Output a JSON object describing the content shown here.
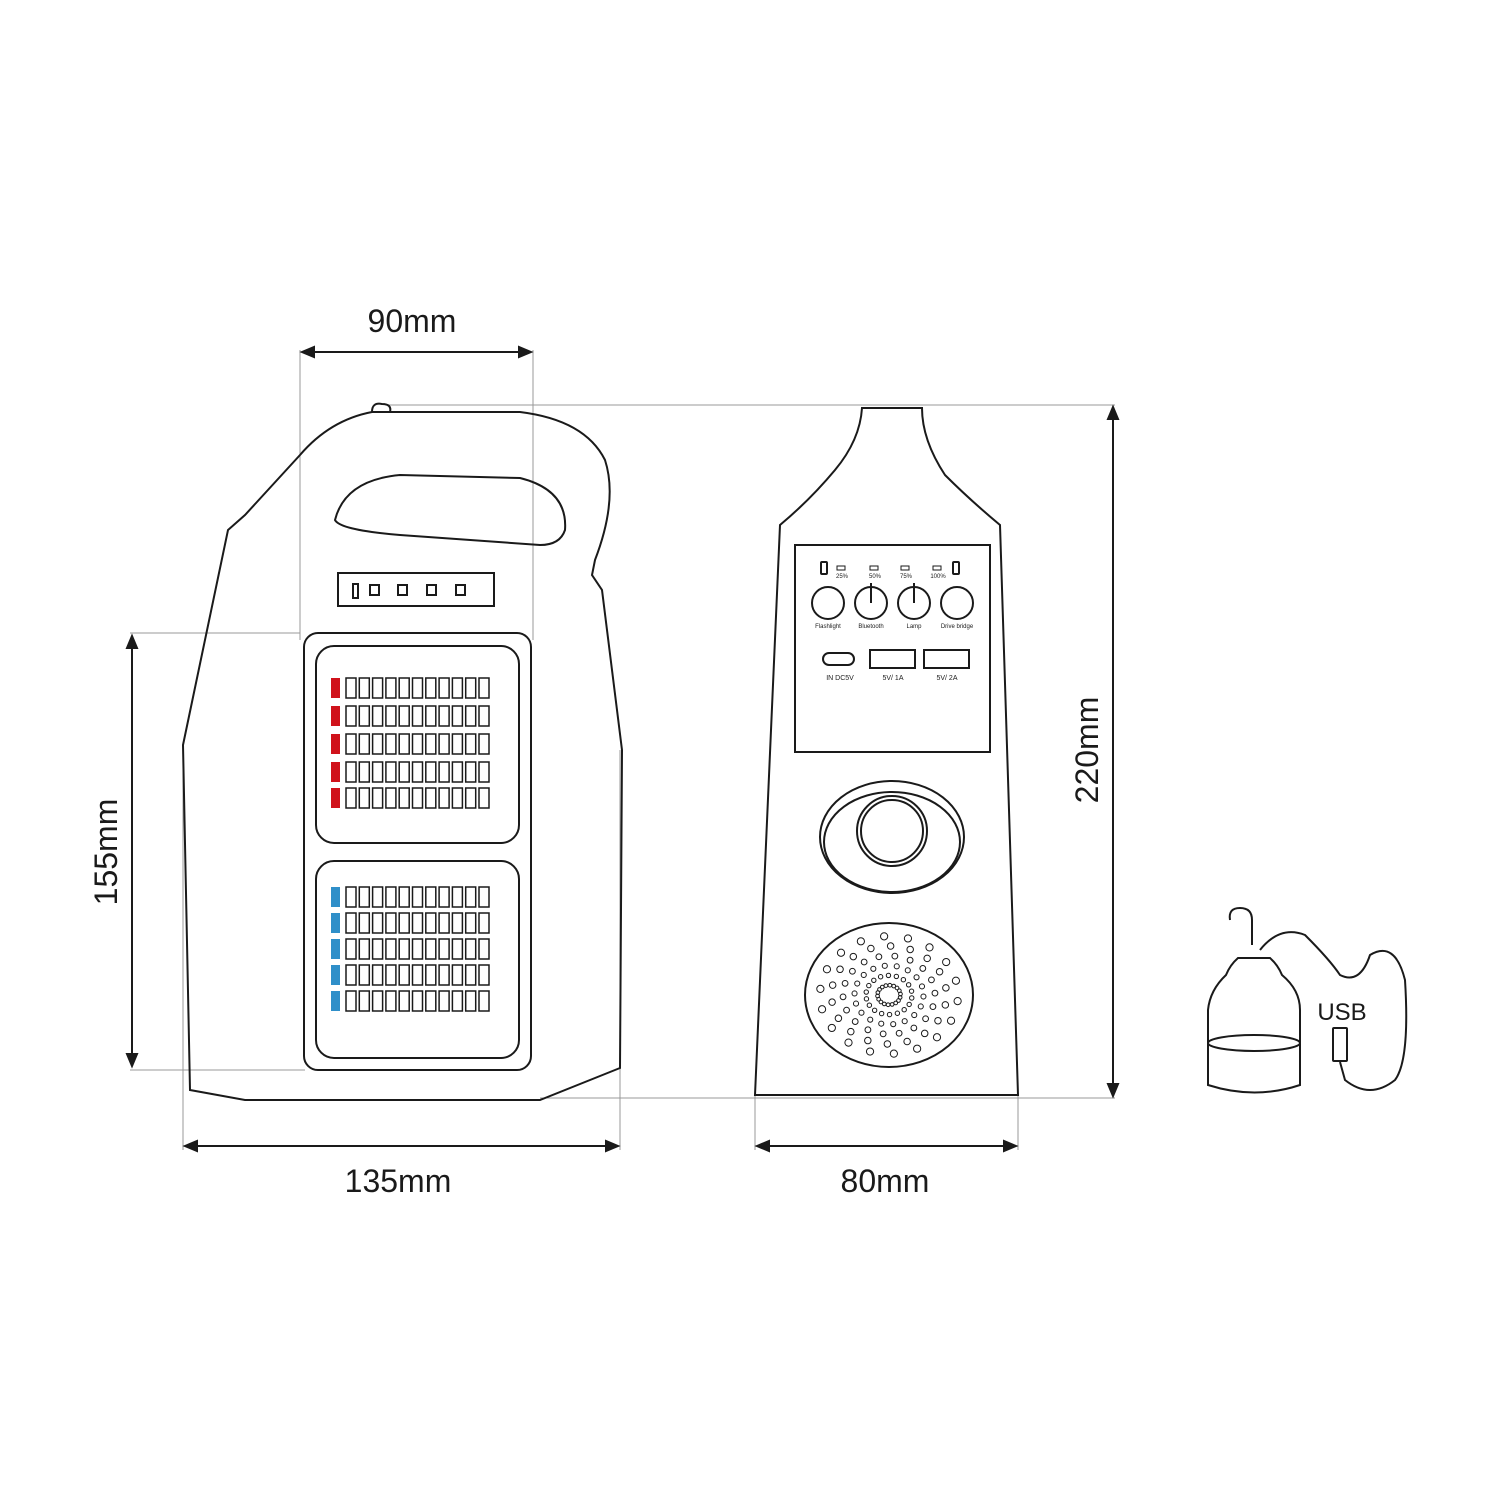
{
  "dimensions": {
    "top_width": "90mm",
    "height_left": "155mm",
    "bottom_width_left": "135mm",
    "bottom_width_right": "80mm",
    "total_height": "220mm"
  },
  "panel": {
    "levels": [
      "25%",
      "50%",
      "75%",
      "100%"
    ],
    "knobs": [
      "Flashlight",
      "Bluetooth",
      "Lamp",
      "Drive bridge"
    ],
    "ports": [
      "IN DC5V",
      "5V/ 1A",
      "5V/ 2A"
    ]
  },
  "lamp": {
    "usb_label": "USB"
  },
  "colors": {
    "red_bar": "#d0121b",
    "blue_bar": "#2f8fc9",
    "line": "#1a1a1a"
  }
}
